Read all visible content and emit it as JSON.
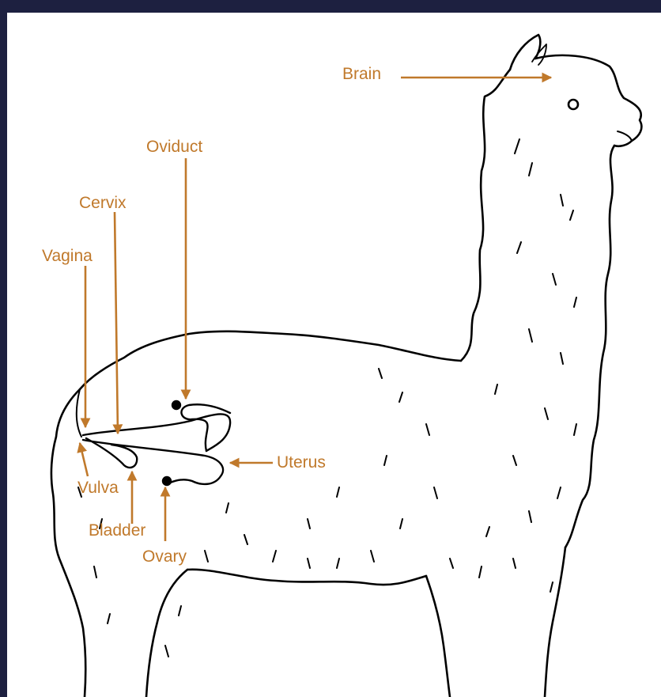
{
  "colors": {
    "frame": "#1d2040",
    "background": "#ffffff",
    "label": "#c0792b",
    "outline": "#000000"
  },
  "labels": {
    "brain": "Brain",
    "oviduct": "Oviduct",
    "cervix": "Cervix",
    "vagina": "Vagina",
    "uterus": "Uterus",
    "vulva": "Vulva",
    "bladder": "Bladder",
    "ovary": "Ovary"
  }
}
